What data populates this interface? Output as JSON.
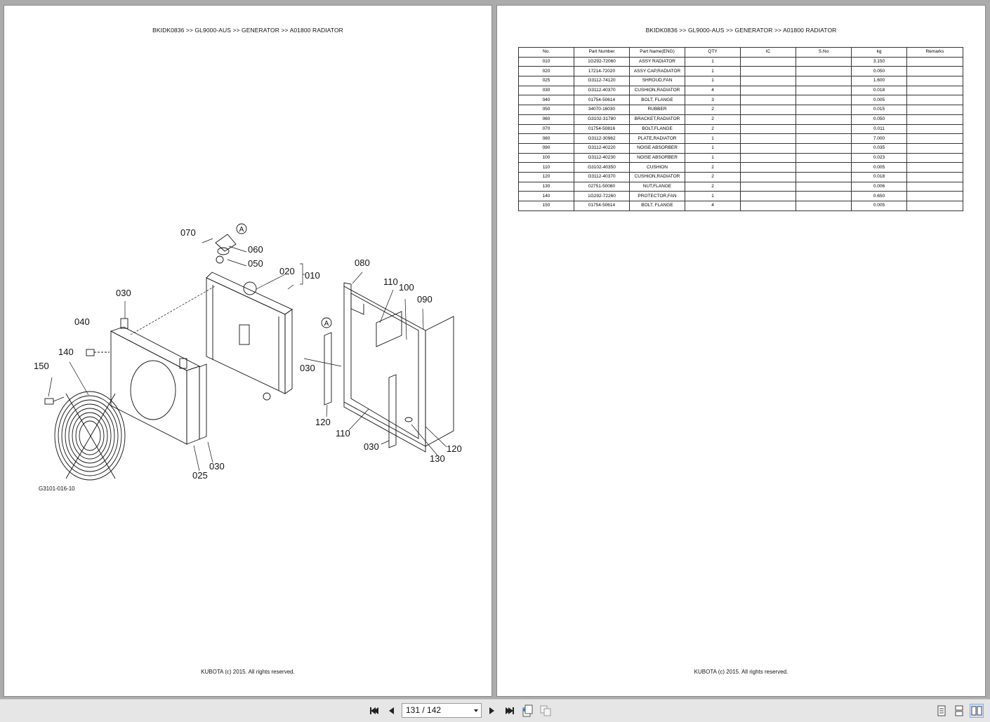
{
  "breadcrumb": "BKIDK0836 >> GL9000-AUS >> GENERATOR >> A01800   RADIATOR",
  "footer": "KUBOTA (c) 2015. All rights reserved.",
  "figure": {
    "code": "G3101-016-10",
    "callouts": {
      "c070": "070",
      "c060": "060",
      "c050": "050",
      "c020": "020",
      "c010": "010",
      "c030a": "030",
      "c040": "040",
      "c140": "140",
      "c150": "150",
      "c025": "025",
      "c030b": "030",
      "c030c": "030",
      "c080": "080",
      "c110a": "110",
      "c100": "100",
      "c090": "090",
      "c120a": "120",
      "c110b": "110",
      "c030d": "030",
      "c130": "130",
      "c120b": "120",
      "markA1": "A",
      "markA2": "A"
    }
  },
  "table": {
    "headers": [
      "No.",
      "Part Number",
      "Part Name(ENG)",
      "QTY",
      "IC",
      "S.No",
      "kg",
      "Remarks"
    ],
    "rows": [
      [
        "010",
        "1G292-72060",
        "ASSY RADIATOR",
        "1",
        "",
        "",
        "3.150",
        ""
      ],
      [
        "020",
        "17214-72020",
        "ASSY CAP,RADIATOR",
        "1",
        "",
        "",
        "0.050",
        ""
      ],
      [
        "025",
        "G3112-74120",
        "SHROUD,FAN",
        "1",
        "",
        "",
        "1.600",
        ""
      ],
      [
        "030",
        "G3112-40370",
        "CUSHION,RADIATOR",
        "4",
        "",
        "",
        "0.018",
        ""
      ],
      [
        "040",
        "01754-50614",
        "BOLT, FLANGE",
        "3",
        "",
        "",
        "0.005",
        ""
      ],
      [
        "050",
        "34070-16030",
        "RUBBER",
        "2",
        "",
        "",
        "0.015",
        ""
      ],
      [
        "060",
        "G3102-31780",
        "BRACKET,RADIATOR",
        "2",
        "",
        "",
        "0.050",
        ""
      ],
      [
        "070",
        "01754-50816",
        "BOLT,FLANGE",
        "2",
        "",
        "",
        "0.011",
        ""
      ],
      [
        "080",
        "G3112-30962",
        "PLATE,RADIATOR",
        "1",
        "",
        "",
        "7.000",
        ""
      ],
      [
        "090",
        "G3112-40220",
        "NOISE ABSORBER",
        "1",
        "",
        "",
        "0.035",
        ""
      ],
      [
        "100",
        "G3112-40230",
        "NOISE ABSORBER",
        "1",
        "",
        "",
        "0.023",
        ""
      ],
      [
        "110",
        "G3102-40350",
        "CUSHION",
        "2",
        "",
        "",
        "0.005",
        ""
      ],
      [
        "120",
        "G3112-40370",
        "CUSHION,RADIATOR",
        "2",
        "",
        "",
        "0.018",
        ""
      ],
      [
        "130",
        "02751-50080",
        "NUT,FLANGE",
        "2",
        "",
        "",
        "0.006",
        ""
      ],
      [
        "140",
        "1G292-72260",
        "PROTECTOR,FAN",
        "1",
        "",
        "",
        "0.650",
        ""
      ],
      [
        "150",
        "01754-50614",
        "BOLT, FLANGE",
        "4",
        "",
        "",
        "0.005",
        ""
      ]
    ]
  },
  "toolbar": {
    "page_indicator": "131 / 142",
    "icons": [
      "first-page-icon",
      "previous-page-icon",
      "next-page-icon",
      "last-page-icon",
      "fit-width-icon",
      "two-up-icon",
      "single-page-view-icon",
      "continuous-view-icon",
      "facing-view-icon"
    ]
  }
}
